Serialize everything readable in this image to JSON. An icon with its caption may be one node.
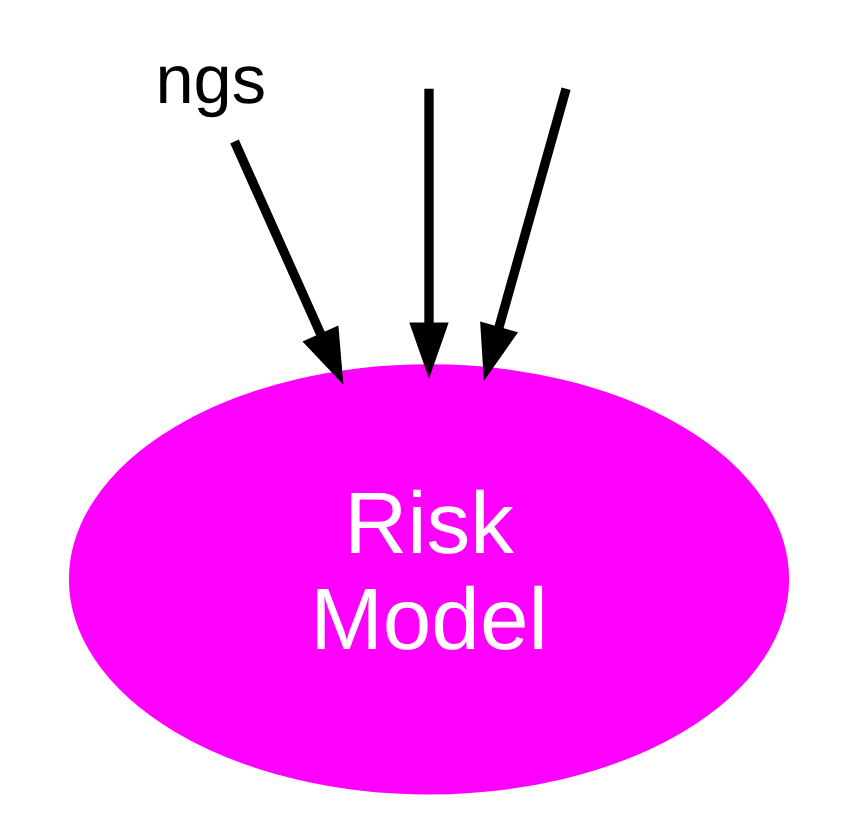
{
  "diagram": {
    "nodes": [
      {
        "text": [
          "ngs"
        ]
      },
      {
        "text": [
          "Risk Model"
        ]
      }
    ],
    "edges": [
      {
        "from": 0,
        "to": 1,
        "arrow": "to"
      },
      {
        "from": null,
        "to": 1,
        "arrow": "to"
      },
      {
        "from": null,
        "to": 1,
        "arrow": "to"
      }
    ]
  }
}
